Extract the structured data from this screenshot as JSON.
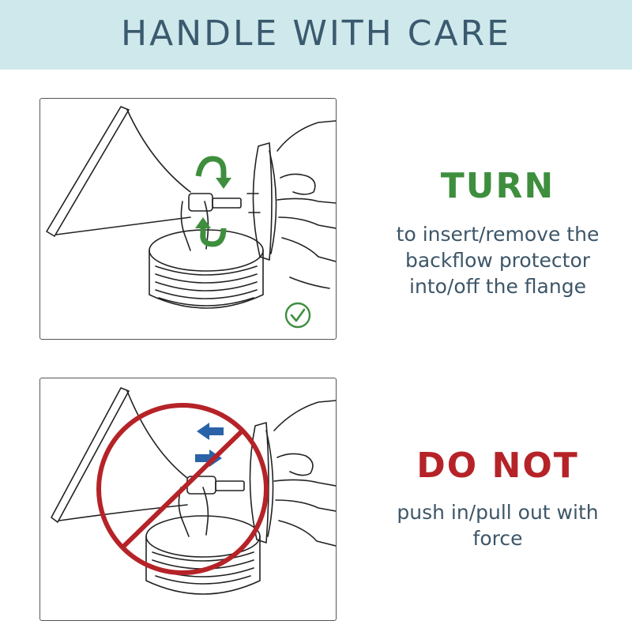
{
  "header": {
    "title": "HANDLE WITH CARE"
  },
  "steps": [
    {
      "heading": "TURN",
      "lines": [
        "to insert/remove the",
        "backflow protector",
        "into/off the flange"
      ],
      "heading_color": "#3e8e3e",
      "icons": [
        "rotate-arrow-icon",
        "rotate-arrow-icon",
        "check-circle-icon"
      ]
    },
    {
      "heading": "DO NOT",
      "lines": [
        "push in/pull out with",
        "force"
      ],
      "heading_color": "#b52328",
      "icons": [
        "arrow-left-icon",
        "arrow-right-icon",
        "prohibition-sign-icon"
      ]
    }
  ],
  "colors": {
    "header_bg": "#cfe8ec",
    "title_text": "#3a5a6e",
    "body_text": "#3d5668",
    "arrow_green": "#3e8e3e",
    "arrow_blue": "#2a63a8",
    "prohibition_red": "#b52328"
  }
}
